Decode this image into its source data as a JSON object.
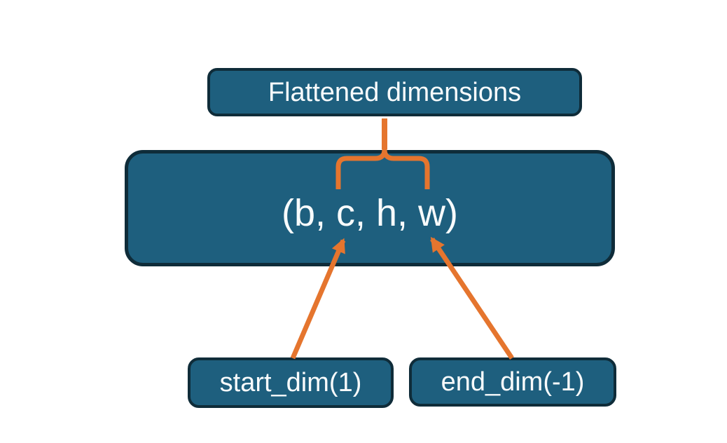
{
  "diagram": {
    "title_box": {
      "label": "Flattened dimensions"
    },
    "tensor_box": {
      "label": "(b, c, h, w)"
    },
    "start_dim_box": {
      "label": "start_dim(1)"
    },
    "end_dim_box": {
      "label": "end_dim(-1)"
    },
    "connectors": {
      "brace": "brace spanning c,h,w segment linking tensor box to Flattened dimensions box",
      "start_dim_arrow_target": "c",
      "end_dim_arrow_target": "w"
    },
    "colors": {
      "box_fill": "#1e5f7e",
      "box_border": "#0f2c39",
      "connector_orange": "#e5752e",
      "text": "#f8fbfc",
      "background": "#ffffff"
    }
  }
}
